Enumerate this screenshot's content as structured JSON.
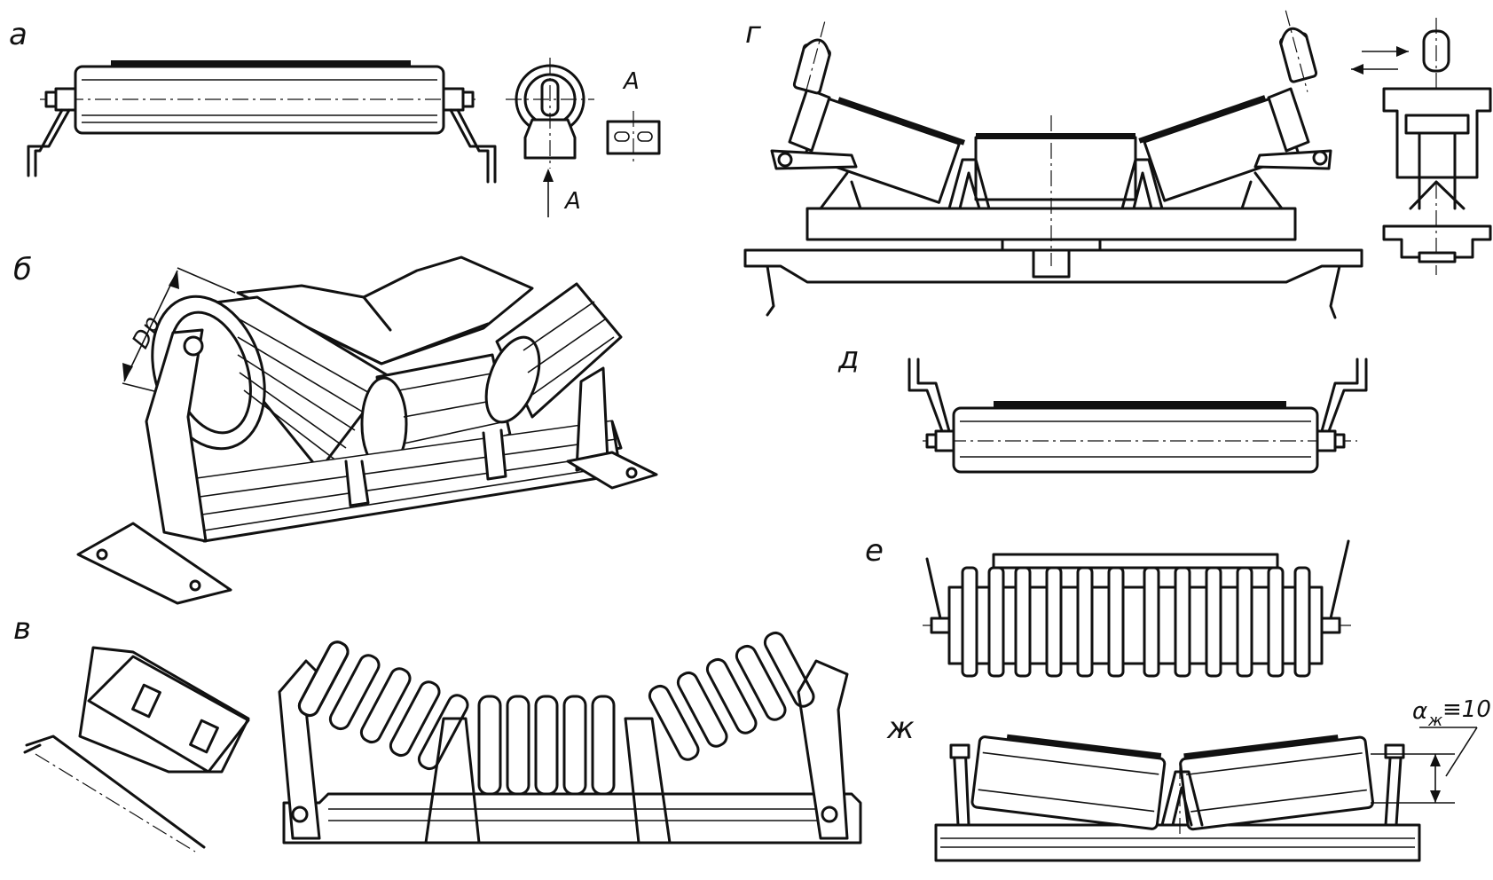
{
  "panels": {
    "a": {
      "label": "а",
      "view_label": "А",
      "arrow_label": "А"
    },
    "b": {
      "label": "б",
      "dimension_label": "Dр"
    },
    "v": {
      "label": "в"
    },
    "g": {
      "label": "г"
    },
    "d": {
      "label": "д"
    },
    "e": {
      "label": "е"
    },
    "zh": {
      "label": "ж",
      "angle_label": "α",
      "angle_subscript": "ж",
      "angle_value": "≡10°"
    }
  },
  "colors": {
    "ink": "#111111",
    "paper": "#ffffff"
  }
}
